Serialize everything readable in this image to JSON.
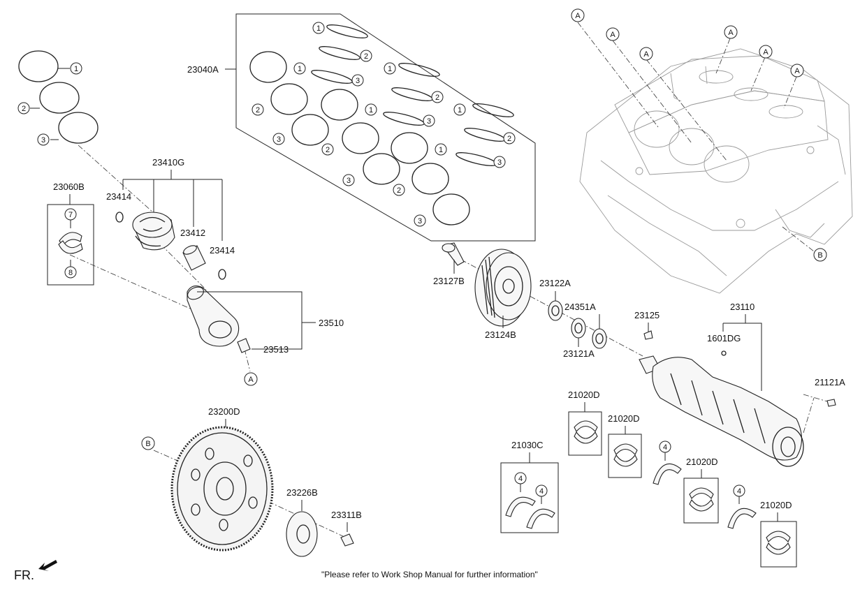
{
  "labels": {
    "rings_set": "23040A",
    "piston_set": "23410G",
    "bearing_set_conrod": "23060B",
    "snap_ring_left": "23414",
    "snap_ring_right": "23414",
    "piston_pin": "23412",
    "connecting_rod": "23510",
    "rod_bolt": "23513",
    "pulley_bolt": "23127B",
    "damper_pulley": "23124B",
    "sprocket_upper": "23122A",
    "sprocket_lower": "23121A",
    "key_lower": "24351A",
    "woodruff_key": "23125",
    "crankshaft": "23110",
    "pin": "1601DG",
    "plug": "21121A",
    "main_bearing_1": "21020D",
    "main_bearing_2": "21020D",
    "main_bearing_3": "21020D",
    "main_bearing_4": "21020D",
    "thrust_washer_set": "21030C",
    "flywheel": "23200D",
    "adapter_plate": "23226B",
    "flywheel_bolt": "23311B"
  },
  "callouts": {
    "one": "1",
    "two": "2",
    "three": "3",
    "four": "4",
    "seven": "7",
    "eight": "8",
    "a": "A",
    "b": "B"
  },
  "footer": {
    "note": "\"Please refer to Work Shop Manual for further information\"",
    "front_marker": "FR."
  }
}
